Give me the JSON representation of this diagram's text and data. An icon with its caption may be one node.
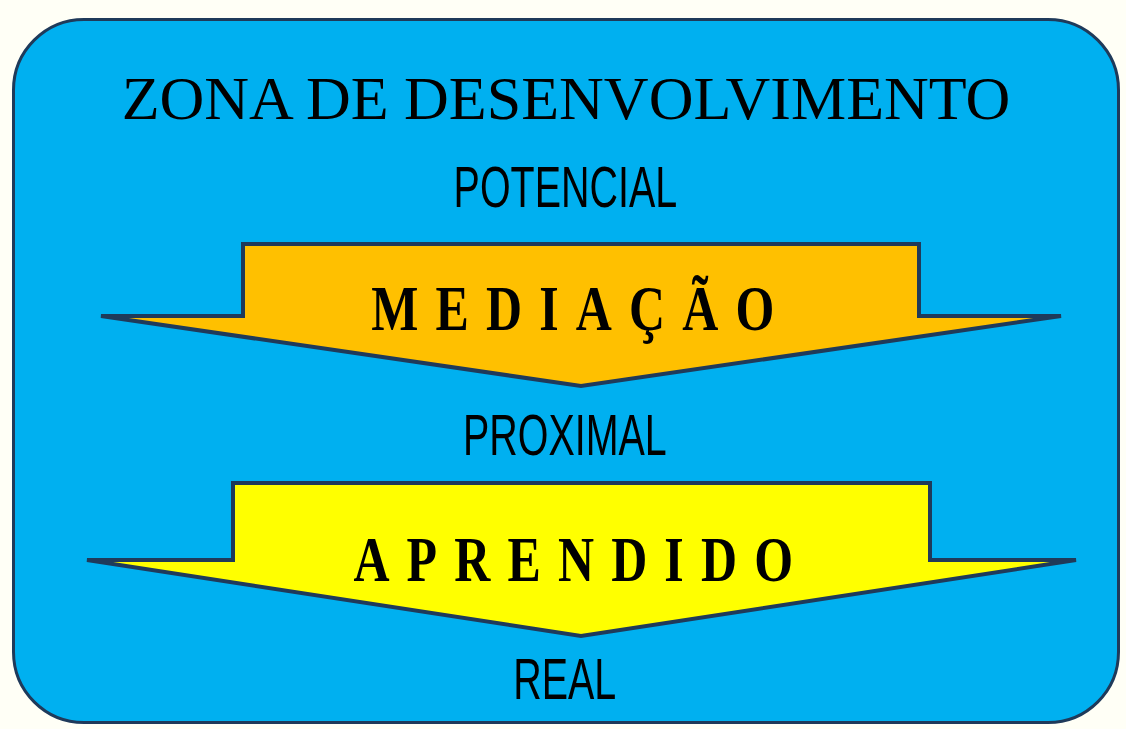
{
  "diagram": {
    "nodes": [
      {
        "text": [
          "ZONA DE DESENVOLVIMENTO"
        ]
      },
      {
        "text": [
          "POTENCIAL"
        ],
        "in": 0
      },
      {
        "text": [
          "MEDIAÇÃO"
        ],
        "in": 0
      },
      {
        "text": [
          "PROXIMAL"
        ],
        "in": 0
      },
      {
        "text": [
          "APRENDIDO"
        ],
        "in": 0
      },
      {
        "text": [
          "REAL"
        ],
        "in": 0
      }
    ]
  }
}
